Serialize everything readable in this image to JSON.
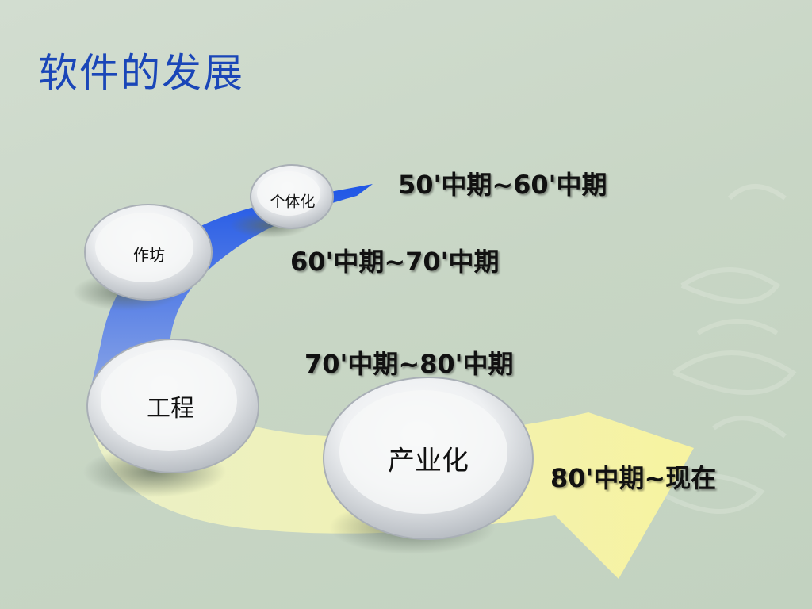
{
  "title": "软件的发展",
  "stages": [
    {
      "node": "个体化",
      "period": "50'中期~60'中期"
    },
    {
      "node": "作坊",
      "period": "60'中期~70'中期"
    },
    {
      "node": "工程",
      "period": "70'中期~80'中期"
    },
    {
      "node": "产业化",
      "period": "80'中期~现在"
    }
  ],
  "colors": {
    "title": "#1a46b8",
    "arrow_blue": "#1f5be0",
    "arrow_yellow": "#f4f0a8",
    "background": "#c8d6c5"
  }
}
